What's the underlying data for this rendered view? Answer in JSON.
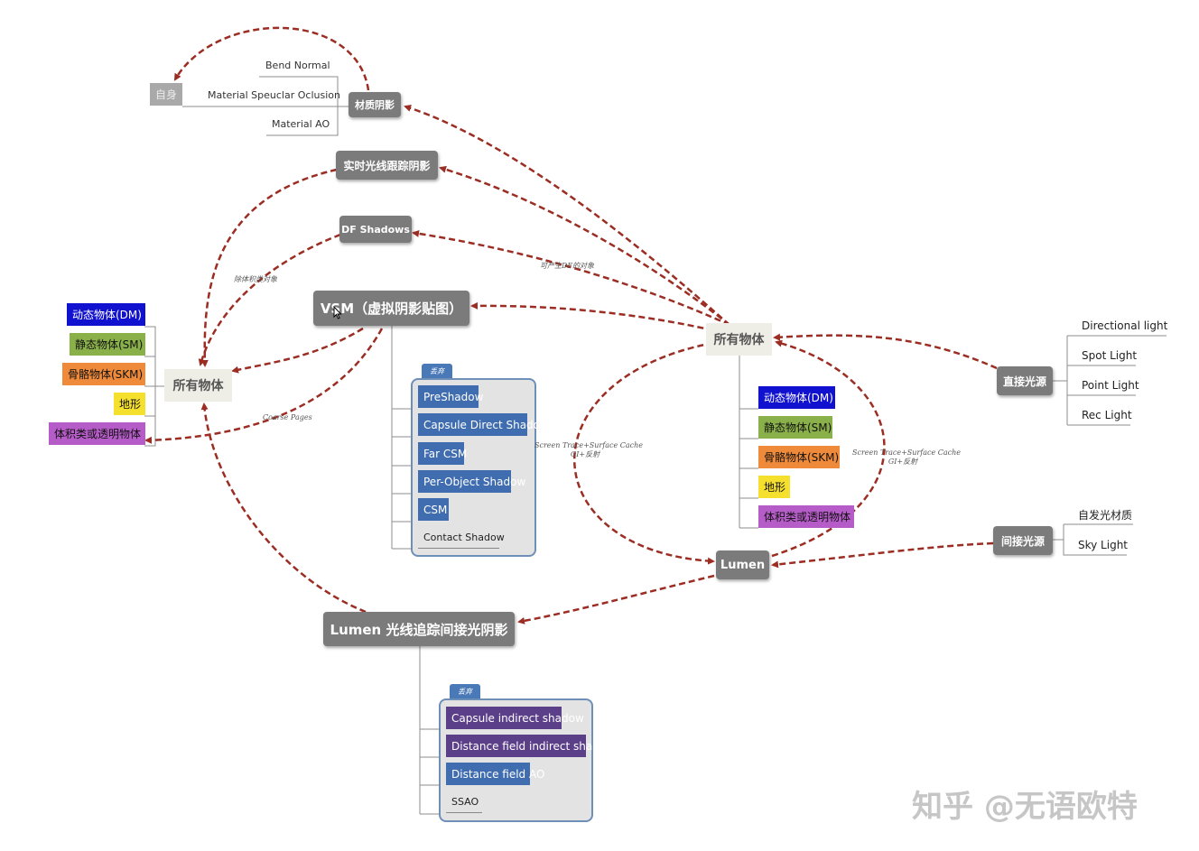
{
  "colors": {
    "arrow": "#9b2d23",
    "node_gray": "#7b7b7b",
    "hub_bg": "#eeede6",
    "blue_tag": "#3f6db0",
    "purple_tag": "#5b3f88",
    "dm": "#1111d0",
    "sm": "#8ab04a",
    "skm": "#ee8a3a",
    "terrain": "#f6e02e",
    "volume": "#b65cc8"
  },
  "nodes": {
    "material_shadow": "材质阴影",
    "rt_shadow": "实时光线跟踪阴影",
    "df_shadows": "DF Shadows",
    "vsm": "VSM（虚拟阴影贴图）",
    "lumen": "Lumen",
    "lumen_rt": "Lumen 光线追踪间接光阴影",
    "direct_light": "直接光源",
    "indirect_light": "间接光源",
    "all_objects_left": "所有物体",
    "all_objects_right": "所有物体",
    "self": "自身"
  },
  "material_children": [
    "Bend Normal",
    "Material Speuclar Oclusion",
    "Material AO"
  ],
  "object_types": [
    "动态物体(DM)",
    "静态物体(SM)",
    "骨骼物体(SKM)",
    "地形",
    "体积类或透明物体"
  ],
  "direct_lights": [
    "Directional light",
    "Spot Light",
    "Point Light",
    "Rec Light"
  ],
  "indirect_lights": [
    "自发光材质",
    "Sky Light"
  ],
  "vsm_group": {
    "badge": "丢弃",
    "items": [
      "PreShadow",
      "Capsule Direct Shadow",
      "Far CSM",
      "Per-Object Shadow",
      "CSM",
      "Contact Shadow"
    ]
  },
  "lumen_group": {
    "badge": "丢弃",
    "items": [
      "Capsule indirect shadow",
      "Distance field indirect shadow",
      "Distance field AO",
      "SSAO"
    ]
  },
  "annotations": {
    "exclude_volume": "除体积类对象",
    "df_capable": "可产生DF的对象",
    "coarse_pages": "Coarse Pages",
    "screen_trace_1": "Screen Trace+Surface Cache",
    "gi_1": "GI+反射",
    "screen_trace_2": "Screen Trace+Surface Cache",
    "gi_2": "GI+反射"
  },
  "watermark": "知乎 @无语欧特"
}
